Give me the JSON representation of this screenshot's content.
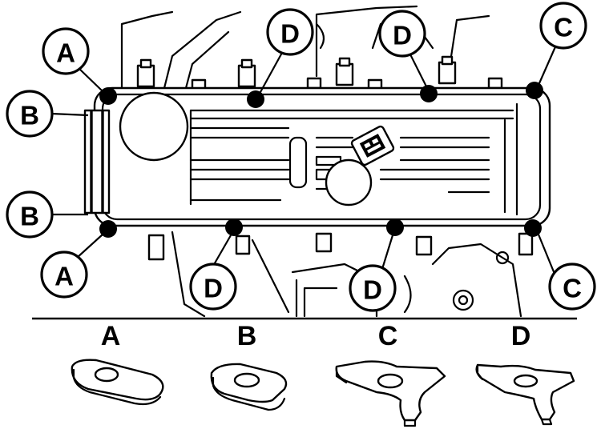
{
  "callouts": {
    "A_top": "A",
    "A_bottom": "A",
    "B_top": "B",
    "B_bottom": "B",
    "C_top": "C",
    "C_bottom": "C",
    "D_top_left": "D",
    "D_top_right": "D",
    "D_bottom_left": "D",
    "D_bottom_right": "D"
  },
  "washers": [
    {
      "label": "A"
    },
    {
      "label": "B"
    },
    {
      "label": "C"
    },
    {
      "label": "D"
    }
  ]
}
